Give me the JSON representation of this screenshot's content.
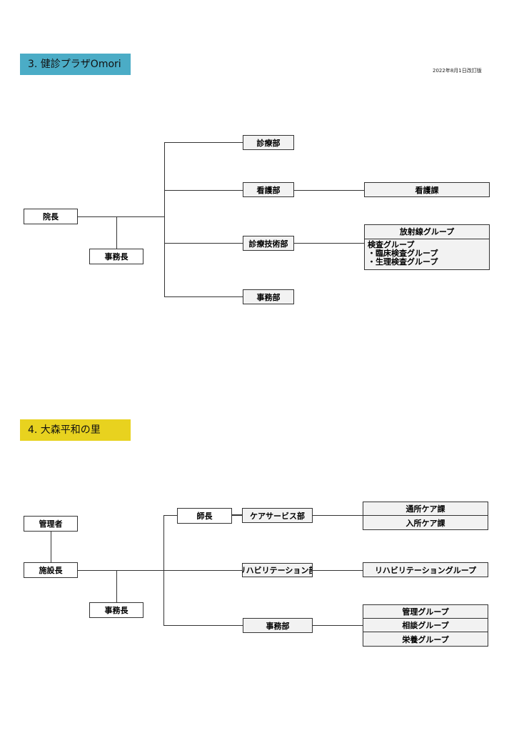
{
  "sections": [
    {
      "title": "3. 健診プラザOmori",
      "color": "#4bacc6",
      "date_note": "2022年8月1日改訂版",
      "nodes": {
        "director": "院長",
        "secretary": "事務長",
        "medical": "診療部",
        "nursing": "看護部",
        "nursing_section": "看護課",
        "technical": "診療技術部",
        "radiology_group": "放射線グループ",
        "inspection_group": "検査グループ",
        "clinical_inspection": "・臨床検査グループ",
        "physiological_inspection": "・生理検査グループ",
        "admin": "事務部"
      }
    },
    {
      "title": "4. 大森平和の里",
      "color": "#e8d21f",
      "nodes": {
        "manager": "管理者",
        "facility_head": "施設長",
        "secretary": "事務長",
        "head_nurse": "師長",
        "care_service": "ケアサービス部",
        "day_care": "通所ケア課",
        "residential_care": "入所ケア課",
        "rehab": "リハビリテーション部",
        "rehab_group": "リハビリテーショングループ",
        "admin": "事務部",
        "management_group": "管理グループ",
        "consultation_group": "相談グループ",
        "nutrition_group": "栄養グループ"
      }
    }
  ]
}
